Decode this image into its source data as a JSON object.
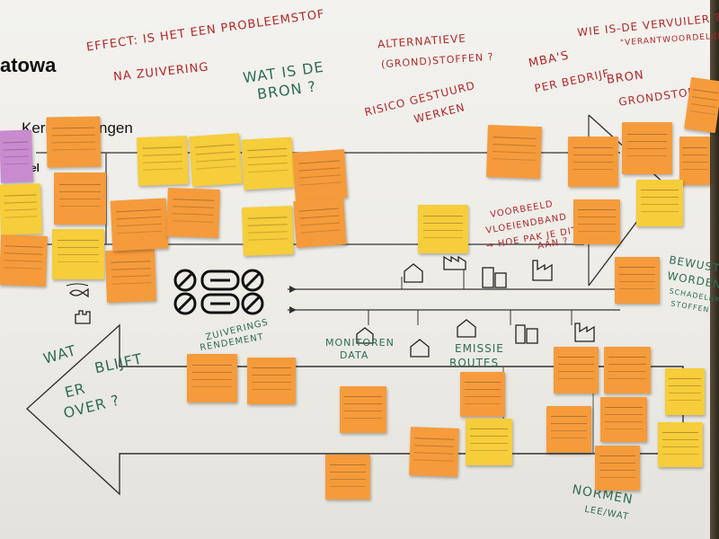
{
  "printed": {
    "brand_fragment": "atowa",
    "section_fragment": "Kern",
    "section_fragment_tail": "ngen",
    "side_fragment": "el"
  },
  "handwriting": {
    "effect": "EFFECT: IS HET EEN PROBLEEMSTOF",
    "na_zuivering": "NA ZUIVERING",
    "wat_is_de": "WAT IS DE",
    "bron_q": "BRON ?",
    "alternatieve": "ALTERNATIEVE",
    "grondstoffen": "(GROND)STOFFEN ?",
    "risico": "RISICO GESTUURD",
    "werken": "WERKEN",
    "mbas": "MBA'S",
    "per_bedrijf": "PER BEDRIJF",
    "wie_is": "WIE IS-DE VERVUILER ?",
    "verantwoordelijk": "\"VERANTWOORDELIJK ?",
    "bron": "BRON",
    "grondstoffen2": "GRONDSTOFFEN",
    "voorbeeld": "VOORBEELD",
    "vloeiend": "VLOEIENDBAND",
    "hoe_pak": "→ HOE PAK JE DIT",
    "aan": "AAN ?",
    "bewust": "BEWUST",
    "worden": "WORDEN",
    "schadelijke": "SCHADELIJKE",
    "stoffen": "STOFFEN",
    "zuiverings": "ZUIVERINGS",
    "rendement": "RENDEMENT",
    "monitoren": "MONITOREN",
    "data": "DATA",
    "emissie": "EMISSIE",
    "routes": "ROUTES",
    "wat": "WAT",
    "blijft": "BLIJFT",
    "er": "ER",
    "over": "OVER ?",
    "normen": "NORMEN",
    "lee_wat": "LEE/WAT"
  },
  "colors": {
    "board": "#f0efea",
    "orange_note": "#f59b3c",
    "yellow_note": "#f6cd3a",
    "purple_note": "#c98bd0",
    "red_marker": "#b3262a",
    "green_marker": "#2f6b57"
  },
  "icons": [
    "no-sign-icon",
    "pipe-icon",
    "fish-icon",
    "hand-icon",
    "house-icon",
    "factory-icon",
    "office-building-icon",
    "water-tap-icon"
  ]
}
